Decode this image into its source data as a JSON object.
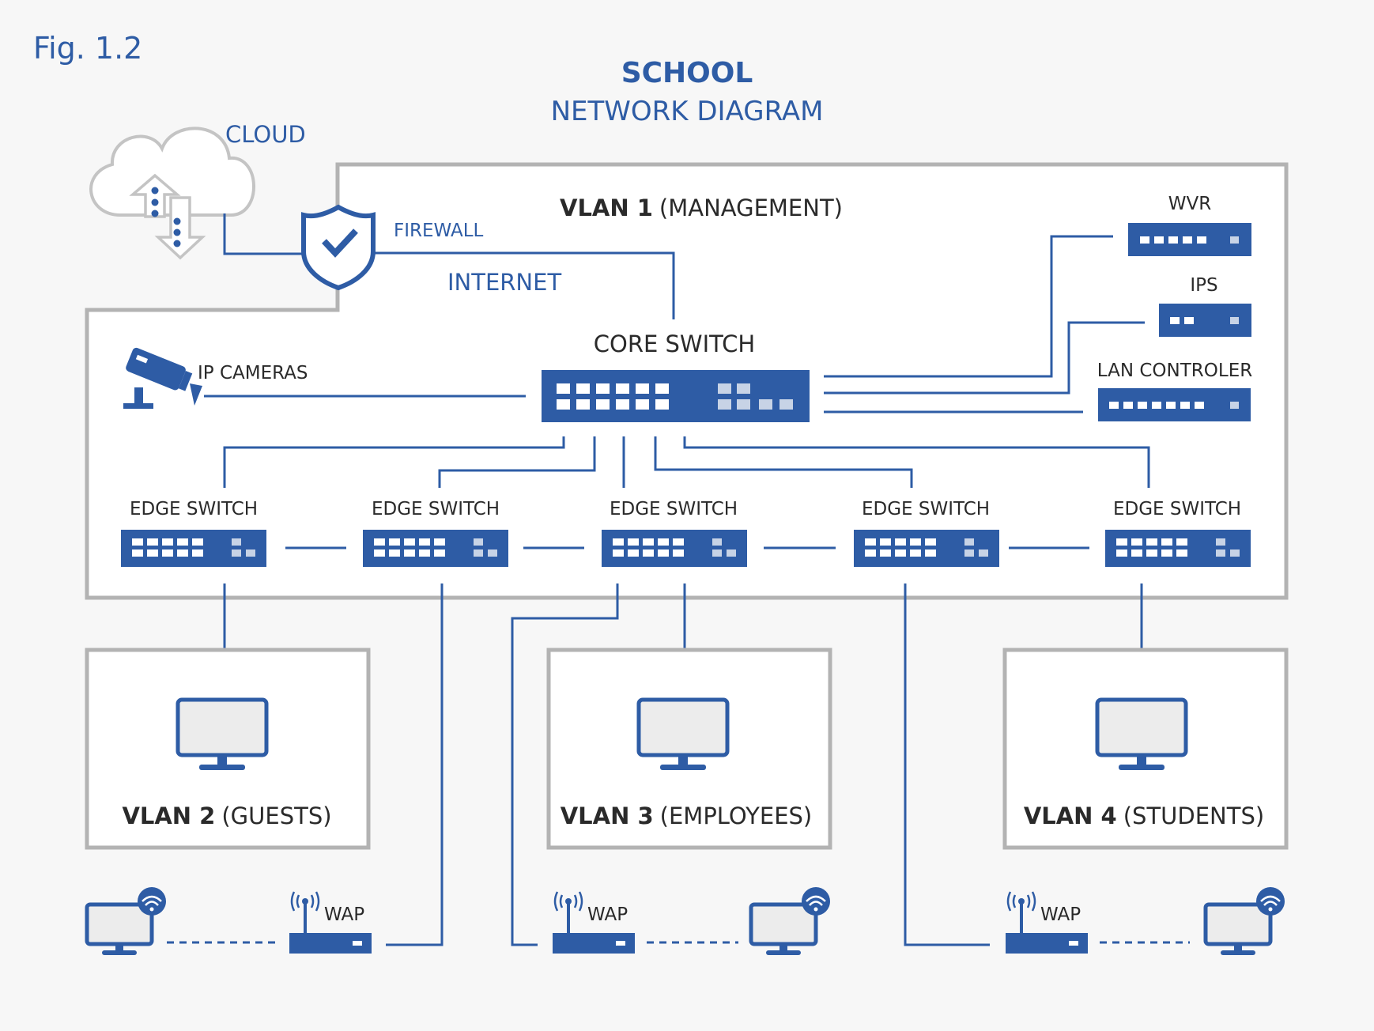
{
  "figure_label": "Fig. 1.2",
  "title": "SCHOOL",
  "subtitle": "NETWORK DIAGRAM",
  "colors": {
    "accent": "#2e5ca5",
    "frame": "#b3b3b3",
    "background": "#f7f7f7"
  },
  "cloud": {
    "label": "CLOUD",
    "icon": "cloud-upload-download-icon"
  },
  "firewall": {
    "label": "FIREWALL",
    "icon": "shield-check-icon"
  },
  "internet_label": "INTERNET",
  "vlan1": {
    "name": "VLAN 1",
    "role": "(MANAGEMENT)"
  },
  "core_switch": {
    "label": "CORE SWITCH"
  },
  "ip_cameras": {
    "label": "IP CAMERAS",
    "icon": "security-camera-icon"
  },
  "devices": {
    "wvr": "WVR",
    "ips": "IPS",
    "lan_controller": "LAN CONTROLER"
  },
  "edge_switches": [
    "EDGE SWITCH",
    "EDGE SWITCH",
    "EDGE SWITCH",
    "EDGE SWITCH",
    "EDGE SWITCH"
  ],
  "vlans": [
    {
      "name": "VLAN 2",
      "role": "(GUESTS)"
    },
    {
      "name": "VLAN 3",
      "role": "(EMPLOYEES)"
    },
    {
      "name": "VLAN 4",
      "role": "(STUDENTS)"
    }
  ],
  "wap_label": "WAP"
}
